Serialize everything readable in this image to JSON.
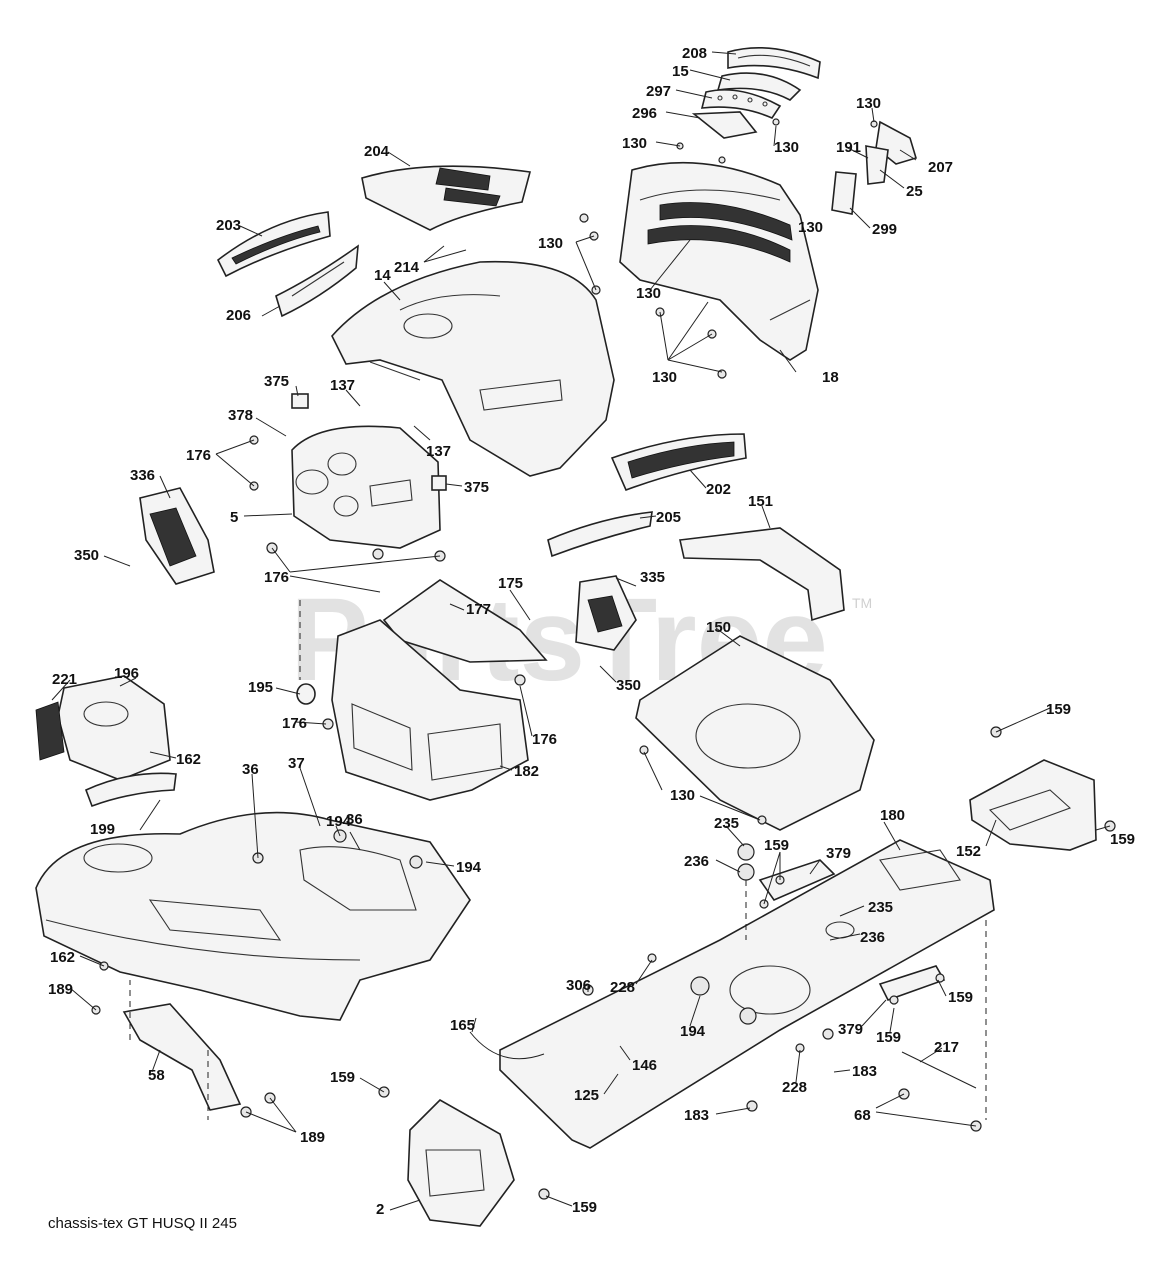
{
  "watermark": "PartsTree",
  "watermark_tm": "TM",
  "caption": "chassis-tex  GT HUSQ II  245",
  "labels": [
    "208",
    "15",
    "297",
    "296",
    "130",
    "130",
    "130",
    "191",
    "207",
    "25",
    "299",
    "204",
    "130",
    "130",
    "203",
    "214",
    "14",
    "130",
    "206",
    "130",
    "18",
    "375",
    "137",
    "378",
    "176",
    "137",
    "336",
    "375",
    "202",
    "5",
    "151",
    "205",
    "350",
    "176",
    "175",
    "335",
    "177",
    "150",
    "350",
    "221",
    "196",
    "195",
    "176",
    "176",
    "162",
    "182",
    "130",
    "159",
    "36",
    "37",
    "194",
    "36",
    "199",
    "194",
    "235",
    "236",
    "159",
    "379",
    "180",
    "159",
    "152",
    "235",
    "236",
    "162",
    "189",
    "228",
    "306",
    "159",
    "194",
    "165",
    "379",
    "159",
    "146",
    "125",
    "228",
    "183",
    "217",
    "58",
    "159",
    "183",
    "68",
    "189",
    "2",
    "159"
  ]
}
